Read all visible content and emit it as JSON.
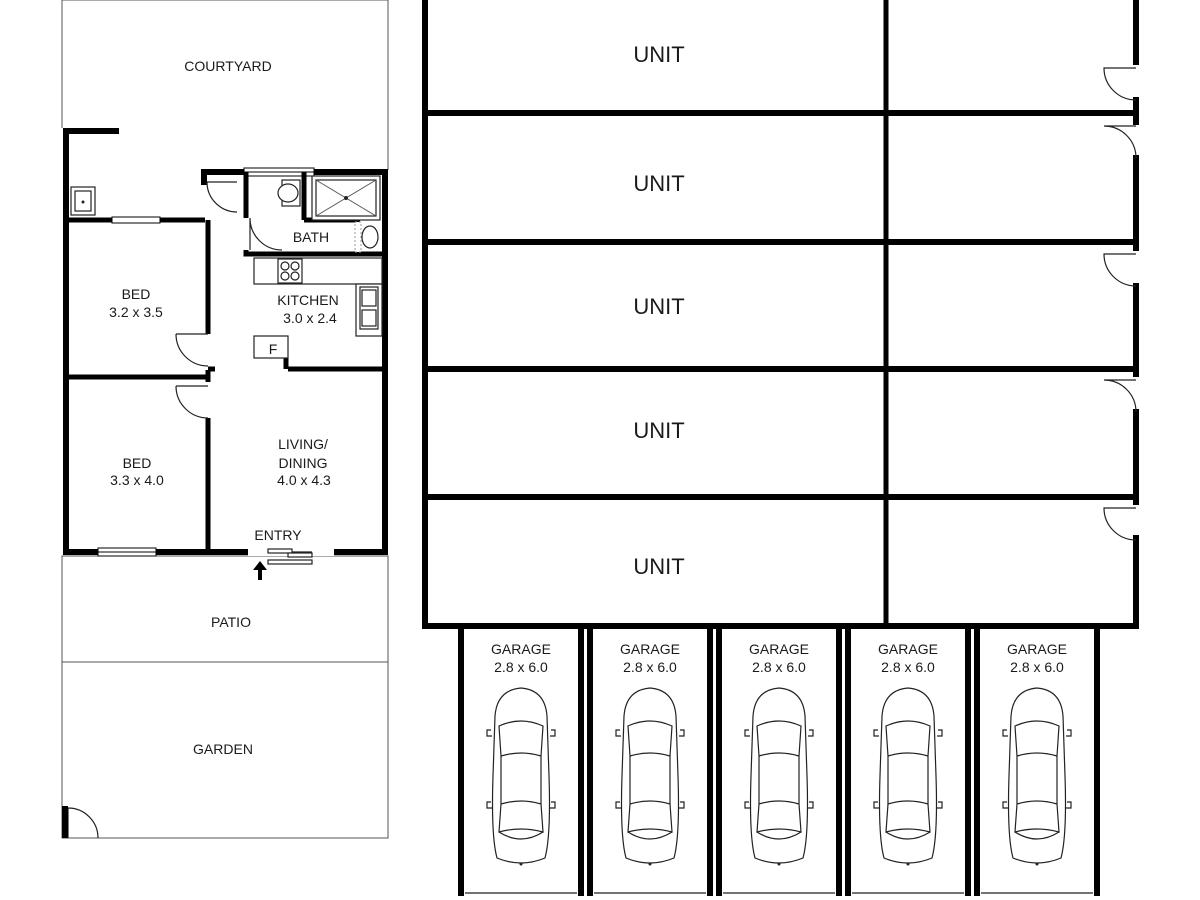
{
  "apartment": {
    "courtyard": "COURTYARD",
    "bath": "BATH",
    "kitchen": {
      "name": "KITCHEN",
      "size": "3.0 x 2.4"
    },
    "fridge": "F",
    "bed_upper": {
      "name": "BED",
      "size": "3.2 x 3.5"
    },
    "bed_lower": {
      "name": "BED",
      "size": "3.3 x 4.0"
    },
    "living": {
      "name_line1": "LIVING/",
      "name_line2": "DINING",
      "size": "4.0 x 4.3"
    },
    "entry": "ENTRY",
    "patio": "PATIO",
    "garden": "GARDEN"
  },
  "units": [
    "UNIT",
    "UNIT",
    "UNIT",
    "UNIT",
    "UNIT"
  ],
  "garages": [
    {
      "name": "GARAGE",
      "size": "2.8 x 6.0"
    },
    {
      "name": "GARAGE",
      "size": "2.8 x 6.0"
    },
    {
      "name": "GARAGE",
      "size": "2.8 x 6.0"
    },
    {
      "name": "GARAGE",
      "size": "2.8 x 6.0"
    },
    {
      "name": "GARAGE",
      "size": "2.8 x 6.0"
    }
  ]
}
